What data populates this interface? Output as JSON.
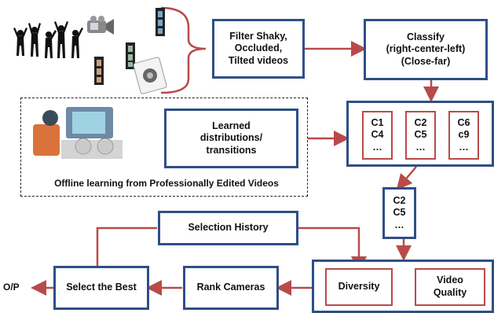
{
  "nodes": {
    "filter": "Filter Shaky,\nOccluded,\nTilted videos",
    "classify": "Classify\n(right-center-left)\n(Close-far)",
    "learned": "Learned\ndistributions/\ntransitions",
    "offline_caption": "Offline learning from Professionally Edited Videos",
    "clusters": [
      {
        "a": "C1",
        "b": "C4",
        "c": "…"
      },
      {
        "a": "C2",
        "b": "C5",
        "c": "…"
      },
      {
        "a": "C6",
        "b": "c9",
        "c": "…"
      }
    ],
    "selected": {
      "a": "C2",
      "b": "C5",
      "c": "…"
    },
    "selection_history": "Selection History",
    "diversity": "Diversity",
    "video_quality": "Video\nQuality",
    "rank_cameras": "Rank Cameras",
    "select_best": "Select the Best",
    "output": "O/P"
  },
  "colors": {
    "box_border": "#2f4f86",
    "arrow": "#b94a4a"
  }
}
